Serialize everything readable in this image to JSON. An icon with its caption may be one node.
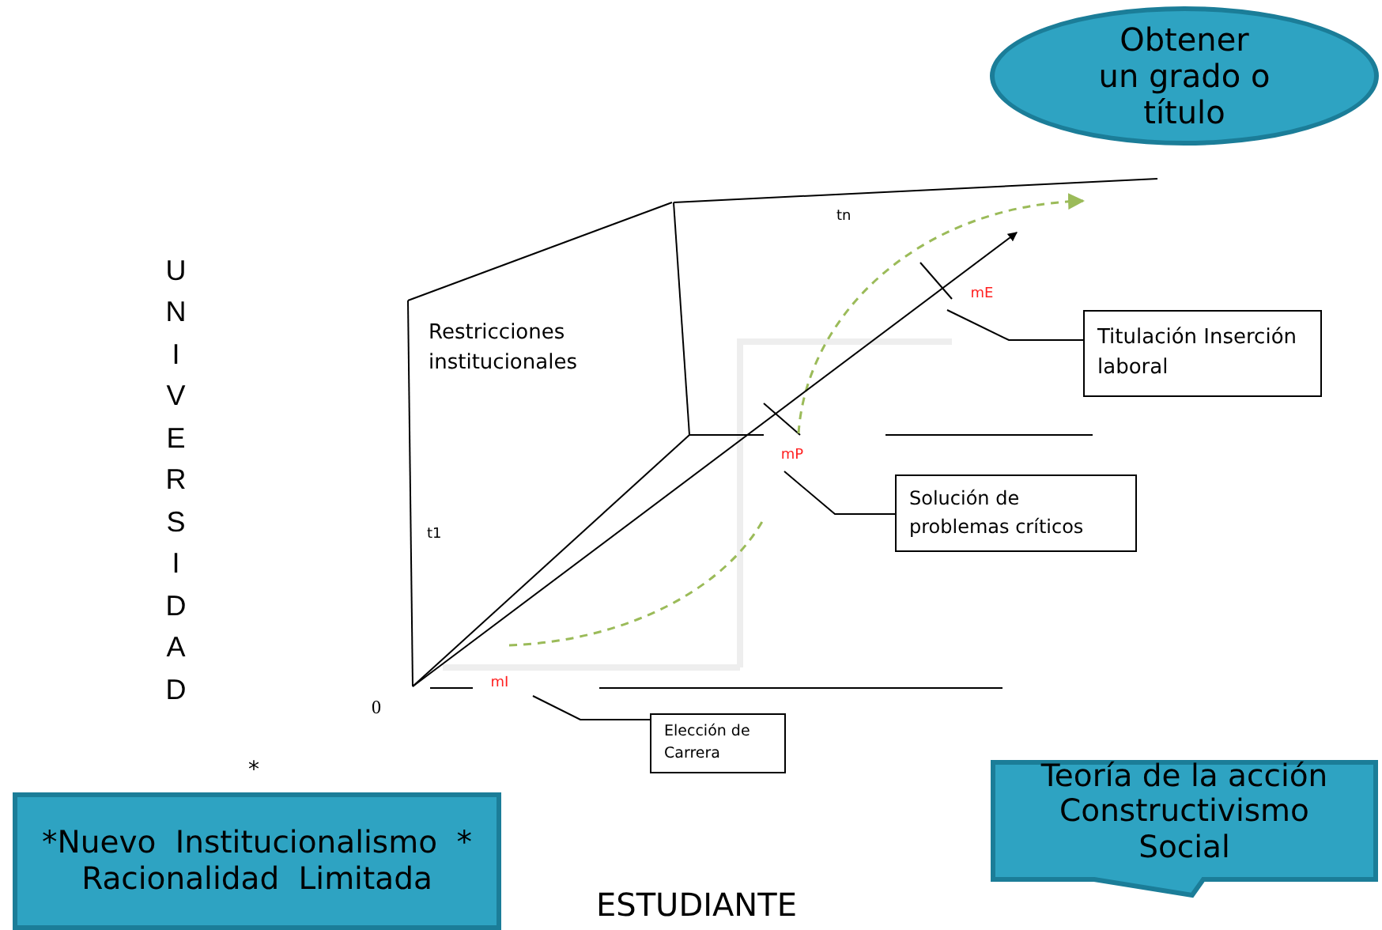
{
  "diagram": {
    "nodes": [
      {
        "text": [
          "Obtener un grado o título"
        ]
      },
      {
        "text": [
          "Titulación Inserción laboral"
        ]
      },
      {
        "text": [
          "Solución de problemas críticos"
        ]
      },
      {
        "text": [
          "Elección de Carrera"
        ]
      },
      {
        "text": [
          "*Nuevo Institucionalismo * Racionalidad Limitada"
        ]
      },
      {
        "text": [
          "Teoría de la acción Constructivismo Social"
        ]
      },
      {
        "text": [
          "mE"
        ]
      },
      {
        "text": [
          "mP"
        ]
      },
      {
        "text": [
          "mI"
        ]
      }
    ],
    "edges": [
      {
        "from": 1,
        "to": 6,
        "arrow": "none"
      },
      {
        "from": 2,
        "to": 7,
        "arrow": "none"
      },
      {
        "from": 3,
        "to": 8,
        "arrow": "none"
      }
    ],
    "labels": [
      "UNIVERSIDAD",
      "tn",
      "Restricciones institucionales",
      "t1",
      "0",
      "*",
      "ESTUDIANTE"
    ]
  }
}
